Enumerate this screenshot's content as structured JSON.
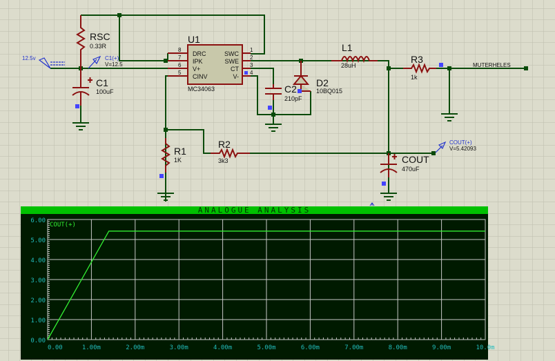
{
  "schematic": {
    "components": {
      "RSC": {
        "ref": "RSC",
        "value": "0.33R"
      },
      "C1": {
        "ref": "C1",
        "value": "100uF"
      },
      "U1": {
        "ref": "U1",
        "part": "MC34063",
        "pins_left": [
          {
            "num": "8",
            "name": "DRC"
          },
          {
            "num": "7",
            "name": "IPK"
          },
          {
            "num": "6",
            "name": "V+"
          },
          {
            "num": "5",
            "name": "CINV"
          }
        ],
        "pins_right": [
          {
            "num": "1",
            "name": "SWC"
          },
          {
            "num": "2",
            "name": "SWE"
          },
          {
            "num": "3",
            "name": "CT"
          },
          {
            "num": "4",
            "name": "V-"
          }
        ]
      },
      "C2": {
        "ref": "C2",
        "value": "210pF"
      },
      "D2": {
        "ref": "D2",
        "value": "10BQ015"
      },
      "L1": {
        "ref": "L1",
        "value": "28uH"
      },
      "R3": {
        "ref": "R3",
        "value": "1k"
      },
      "R1": {
        "ref": "R1",
        "value": "1K"
      },
      "R2": {
        "ref": "R2",
        "value": "3k3"
      },
      "COUT": {
        "ref": "COUT",
        "value": "470uF"
      }
    },
    "source_label": "12.5v",
    "probes": {
      "c1": {
        "name": "C1(+)",
        "reading": "V=12.5"
      },
      "cout": {
        "name": "COUT(+)",
        "reading": "V=5.42093"
      }
    },
    "net_label": "MUTERHELES"
  },
  "graph": {
    "title": "ANALOGUE ANALYSIS",
    "trace_color": "#33ee33",
    "axis_color": "#22bbbb"
  },
  "chart_data": {
    "type": "line",
    "title": "ANALOGUE ANALYSIS",
    "xlabel": "",
    "ylabel": "",
    "xlim": [
      0,
      10.0
    ],
    "ylim": [
      0,
      6.0
    ],
    "x_ticks": [
      "0.00",
      "1.00m",
      "2.00m",
      "3.00m",
      "4.00m",
      "5.00m",
      "6.00m",
      "7.00m",
      "8.00m",
      "9.00m",
      "10.0m"
    ],
    "y_ticks": [
      "0.00",
      "1.00",
      "2.00",
      "3.00",
      "4.00",
      "5.00",
      "6.00"
    ],
    "grid": true,
    "legend": "top-left",
    "series": [
      {
        "name": "COUT(+)",
        "x": [
          0,
          1.4,
          10.0
        ],
        "values": [
          0,
          5.42,
          5.42
        ]
      }
    ]
  }
}
